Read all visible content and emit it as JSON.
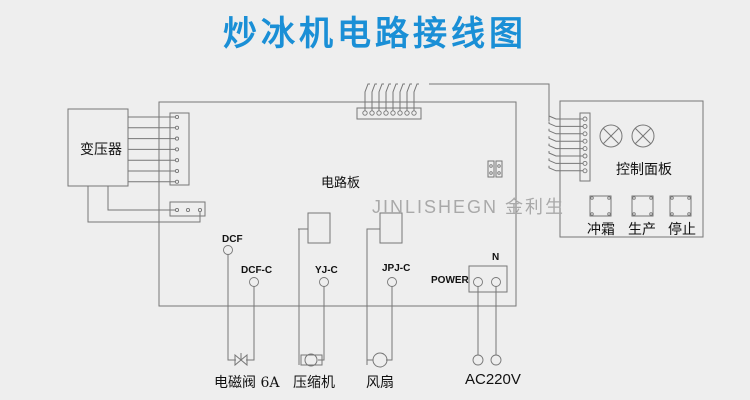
{
  "title": "炒冰机电路接线图",
  "watermark": "JINLISHEGN 金利生",
  "colors": {
    "title": "#1a8fd6",
    "line": "#777777",
    "watermark": "#a9a9a9"
  },
  "components": {
    "transformer": "变压器",
    "circuit_board": "电路板",
    "control_panel": "控制面板"
  },
  "control_panel": {
    "indicator_lamps": [
      "indicator-lamp",
      "indicator-lamp"
    ],
    "buttons": [
      "冲霜",
      "生产",
      "停止"
    ]
  },
  "terminals": {
    "dcf": "DCF",
    "dcf_c": "DCF-C",
    "yj_c": "YJ-C",
    "jpj_c": "JPJ-C",
    "power": "POWER",
    "n": "N"
  },
  "loads": {
    "solenoid_valve": "电磁阀 6A",
    "compressor": "压缩机",
    "fan": "风扇",
    "supply": "AC220V"
  }
}
